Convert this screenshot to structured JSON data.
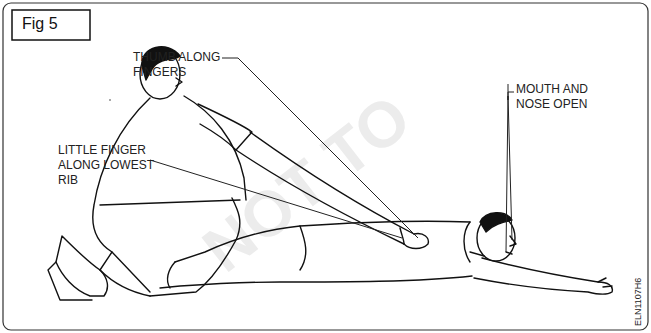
{
  "diagram": {
    "title": "Fig 5",
    "labels": [
      "THUMB ALONG FINGERS",
      "LITTLE FINGER ALONG LOWEST RIB",
      "MOUTH AND NOSE OPEN",
      "ELN1107H6",
      "NOT TO"
    ]
  }
}
